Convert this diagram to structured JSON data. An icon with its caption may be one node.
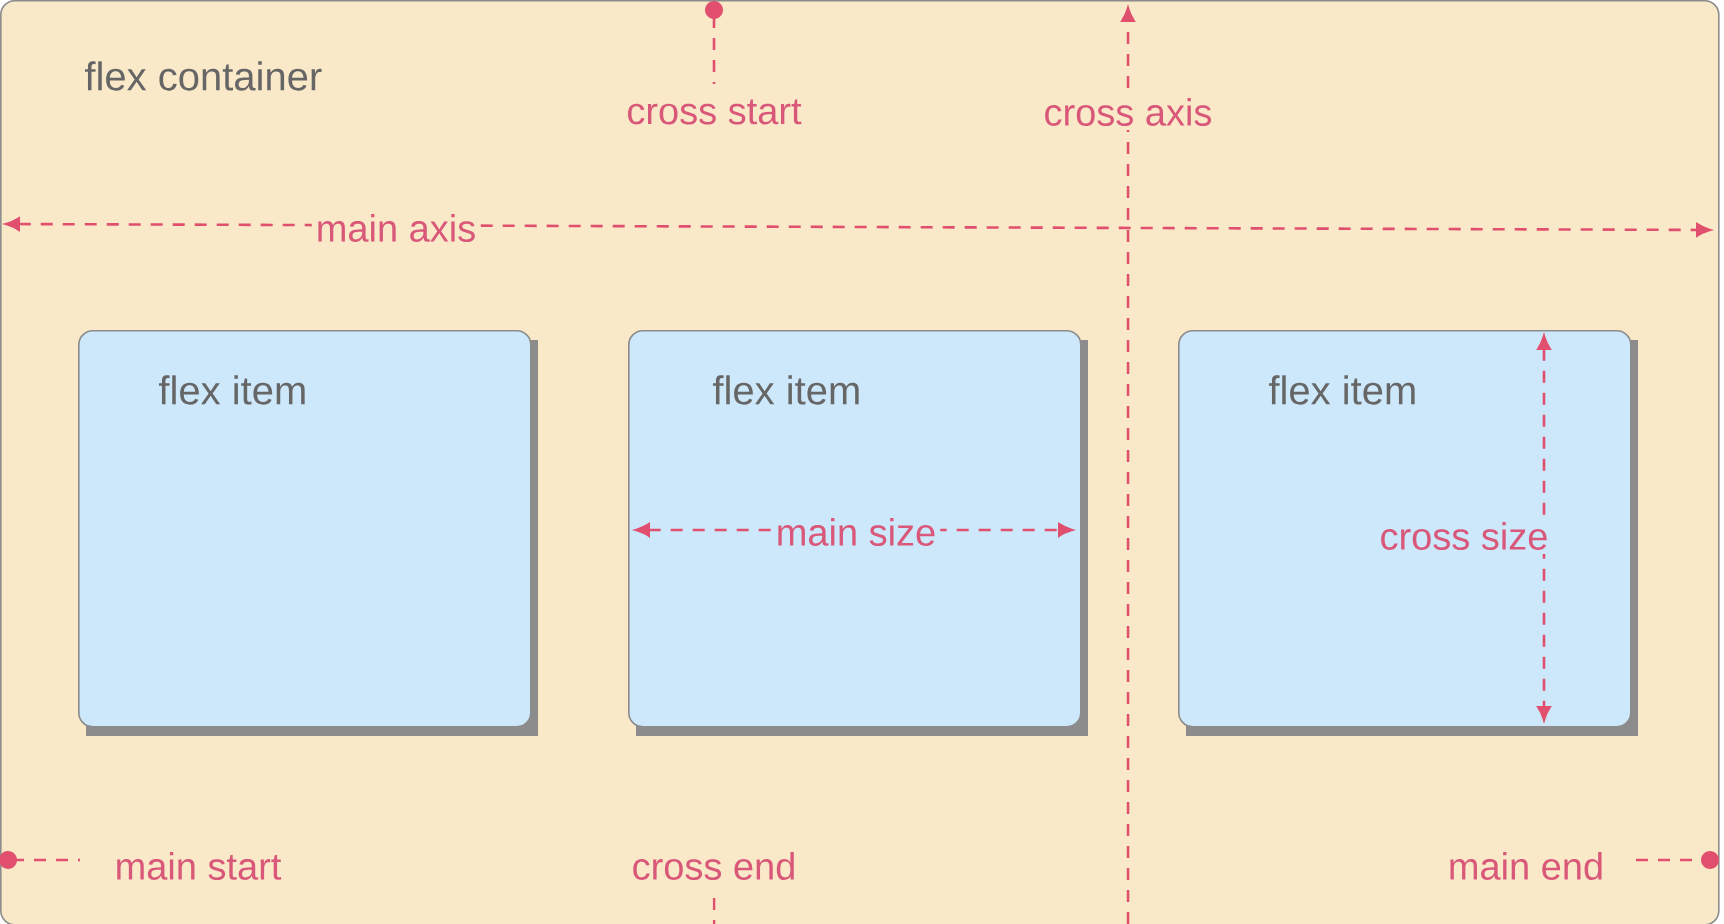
{
  "diagram": {
    "nodes": [
      {
        "text": [
          "flex container"
        ]
      },
      {
        "text": [
          "flex item"
        ],
        "in": 0
      },
      {
        "text": [
          "flex item"
        ],
        "in": 0
      },
      {
        "text": [
          "flex item"
        ],
        "in": 0
      }
    ],
    "edges": [],
    "labels": [
      "cross start",
      "cross axis",
      "main axis",
      "main size",
      "cross size",
      "main start",
      "cross end",
      "main end"
    ]
  }
}
